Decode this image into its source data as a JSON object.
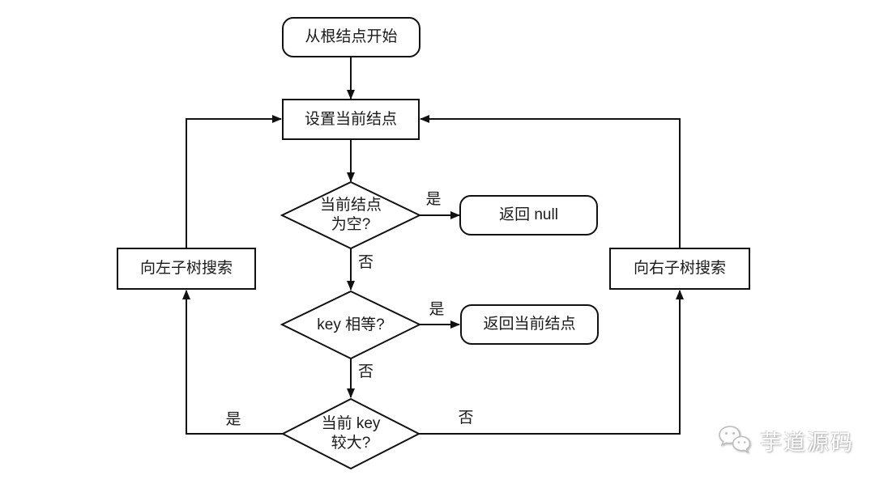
{
  "canvas": {
    "background": "#ffffff",
    "stroke_color": "#111111",
    "text_color": "#1a1a1a"
  },
  "flowchart": {
    "nodes": {
      "start": "从根结点开始",
      "set_current": "设置当前结点",
      "check_empty_line1": "当前结点",
      "check_empty_line2": "为空?",
      "return_null": "返回 null",
      "check_key_equal": "key 相等?",
      "return_current": "返回当前结点",
      "check_key_greater_line1": "当前 key",
      "check_key_greater_line2": "较大?",
      "search_left": "向左子树搜索",
      "search_right": "向右子树搜索"
    },
    "edge_labels": {
      "empty_yes": "是",
      "empty_no": "否",
      "equal_yes": "是",
      "equal_no": "否",
      "greater_yes": "是",
      "greater_no": "否"
    }
  },
  "watermark": {
    "text": "芋道源码",
    "icon": "wechat-icon"
  }
}
